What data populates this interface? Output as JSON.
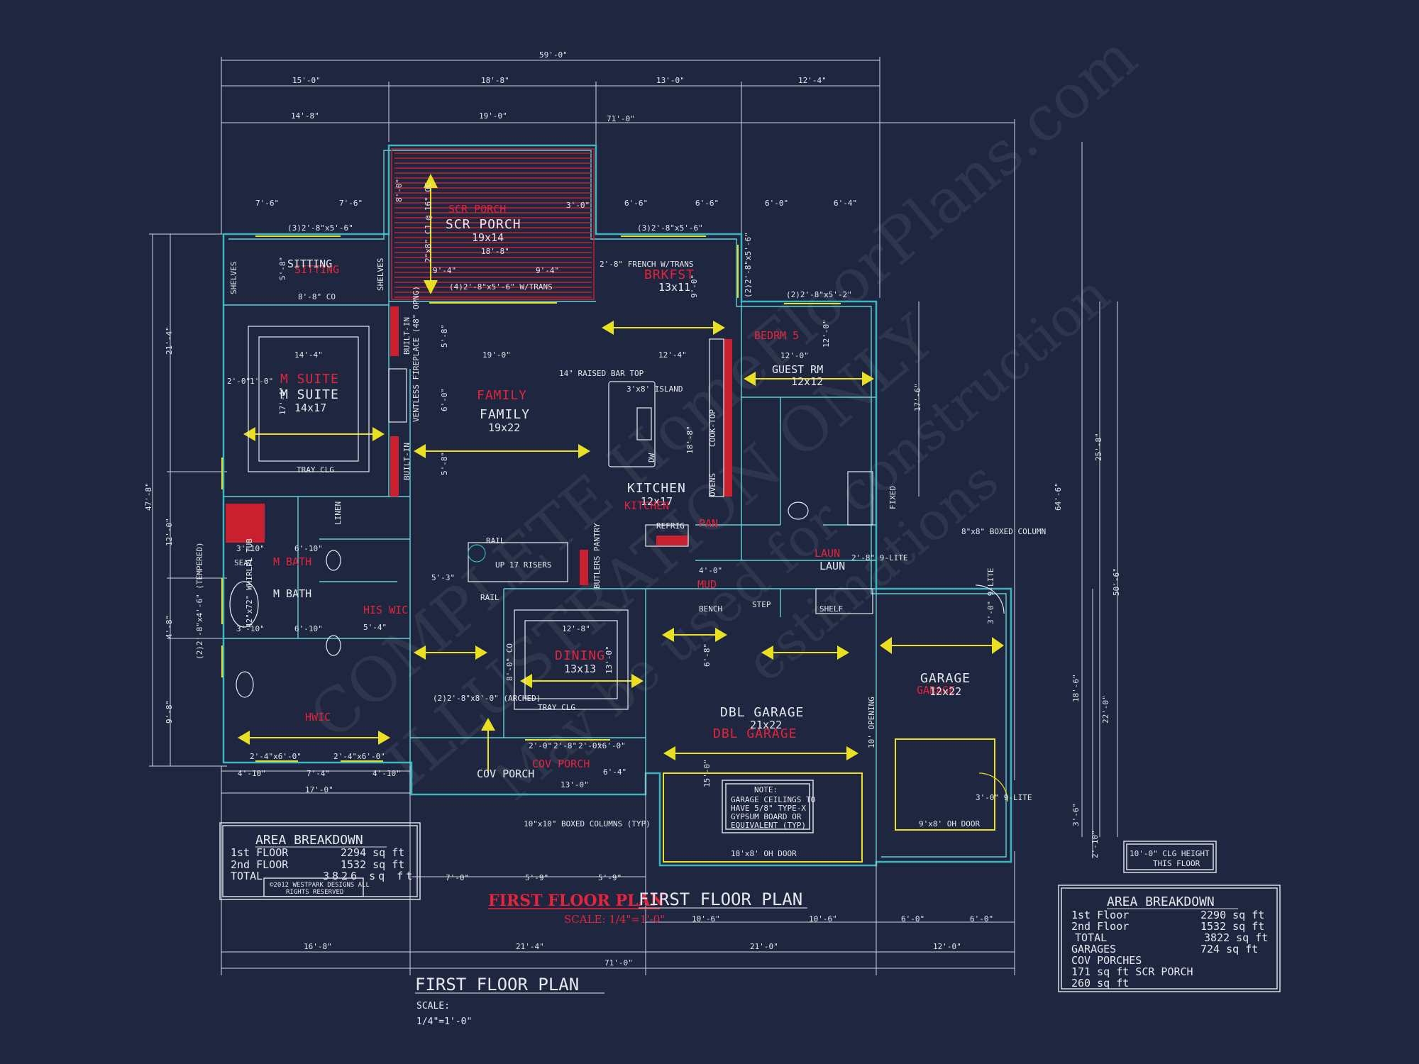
{
  "watermark": {
    "lines": [
      "COMPLETE HomeFloorPlans.com",
      "ILLUSTRATION ONLY",
      "May be used for construction",
      "estimations"
    ]
  },
  "overall_dims": {
    "top_total": "59'-0\"",
    "top_segments": [
      "15'-0\"",
      "18'-8\"",
      "13'-0\"",
      "12'-4\""
    ],
    "top_row2": [
      "14'-8\"",
      "19'-0\"",
      "71'-0\""
    ],
    "bottom_row1": [
      "4'-10\"",
      "7'-4\"",
      "4'-10\""
    ],
    "bottom_row2": [
      "17'-0\""
    ],
    "bottom_row3": [
      "7'-0\"",
      "5'-9\"",
      "5'-9\""
    ],
    "bottom_row4": [
      "10'-6\"",
      "10'-6\"",
      "6'-0\"",
      "6'-0\""
    ],
    "bottom_row5": [
      "16'-8\"",
      "21'-4\"",
      "21'-0\"",
      "12'-0\""
    ],
    "bottom_total": "71'-0\"",
    "left": [
      "21'-4\"",
      "12'-0\"",
      "4'-8\"",
      "9'-8\"",
      "47'-8\""
    ],
    "right": [
      "17'-6\"",
      "25'-8\"",
      "64'-6\"",
      "50'-6\"",
      "18'-6\"",
      "22'-0\"",
      "3'-6\"",
      "2'-10\""
    ]
  },
  "rooms": {
    "scr_porch": {
      "name_red": "SCR PORCH",
      "name": "SCR PORCH",
      "size": "19x14",
      "dim": "18'-8\"",
      "cj": "2\"x8\" CJ @ 16\" OC",
      "side": "8'-0\"",
      "left_dim": "9'-4\"",
      "right_dim": "9'-4\"",
      "window": "(4)2'-8\"x5'-6\" W/TRANS",
      "door": "3'-0\""
    },
    "sitting": {
      "name": "SITTING",
      "name_red": "SITTING",
      "dims": [
        "7'-6\"",
        "7'-6\""
      ],
      "window": "(3)2'-8\"x5'-6\"",
      "shelves": "SHELVES",
      "co": "8'-8\" CO",
      "side": "5'-8\""
    },
    "m_suite": {
      "name_red": "M SUITE",
      "name": "M SUITE",
      "size": "14x17",
      "dim": "14'-4\"",
      "tray": "TRAY CLG",
      "small": [
        "2'-0\"",
        "1'-0\""
      ],
      "side": "17'-4\""
    },
    "family": {
      "name_red": "FAMILY",
      "name": "FAMILY",
      "size": "19x22",
      "dim": "19'-0\"",
      "fireplace": "VENTLESS FIREPLACE (48\" OPNG)",
      "builtin": "BUILT-IN",
      "bar": "14\" RAISED BAR TOP",
      "side": "5'-8\"",
      "side2": "6'-0\""
    },
    "brkfst": {
      "name_red": "BRKFST",
      "size": "13x11",
      "dims": [
        "6'-6\"",
        "6'-6\""
      ],
      "window": "(3)2'-8\"x5'-6\"",
      "french": "2'-8\" FRENCH W/TRANS",
      "side": "9'-0\""
    },
    "kitchen": {
      "name": "KITCHEN",
      "name_red": "KITCHEN",
      "size": "12x17",
      "island": "3'x8' ISLAND",
      "dw": "DW",
      "cooktop": "COOK-TOP",
      "ovens": "OVENS",
      "refrig": "REFRIG",
      "pan": "PAN",
      "dim": "12'-4\"",
      "side": "18'-8\""
    },
    "bedrm5": {
      "name_red": "BEDRM 5",
      "name": "GUEST RM",
      "size": "12x12",
      "dims": [
        "6'-0\"",
        "6'-4\""
      ],
      "window": "(2)2'-8\"x5'-2\"",
      "dim": "12'-0\"",
      "side": "12'-0\"",
      "win_side": "(2)2'-8\"x5'-6\""
    },
    "m_bath": {
      "name_red": "M BATH",
      "name": "M BATH",
      "seat": "SEAT",
      "tub": "42\"x72\" WHIRLPL TUB",
      "linen": "LINEN",
      "dims": [
        "3'-10\"",
        "6'-10\"",
        "3'-10\"",
        "6'-10\""
      ],
      "window": "(2)2'-8\"x4'-6\" (TEMPERED)"
    },
    "wic_her": {
      "name": "HIS WIC",
      "dim": "5'-4\""
    },
    "wic_his": {
      "name": "HWIC",
      "dims": [
        "2'-4\"x6'-0\"",
        "2'-4\"x6'-0\""
      ]
    },
    "dining": {
      "name_red": "DINING",
      "size": "13x13",
      "dim": "12'-8\"",
      "tray": "TRAY CLG",
      "side": "13'-0\"",
      "co": "8'-0\" CO",
      "window": "(2)2'-8\"x8'-0\" (ARCHED)"
    },
    "stair": {
      "rail": "RAIL",
      "risers": "UP 17 RISERS",
      "pantry": "BUTLERS PANTRY",
      "dim": "5'-3\""
    },
    "mud": {
      "name_red": "MUD",
      "bench": "BENCH",
      "step": "STEP",
      "dim": "4'-0\""
    },
    "laun": {
      "name_red": "LAUN",
      "name": "LAUN",
      "shelf": "SHELF",
      "window": "2'-8\" 9-LITE"
    },
    "dbl_garage": {
      "name": "DBL GARAGE",
      "name_red": "DBL GARAGE",
      "size": "21x22",
      "door": "18'x8' OH DOOR",
      "opening": "10' OPENING",
      "side": "6'-8\"",
      "side2": "15'-0\""
    },
    "garage": {
      "name": "GARAGE",
      "name_red": "GARAGE",
      "size": "12x22",
      "door": "9'x8' OH DOOR",
      "door_side": "3'-0\" 9-LITE",
      "door_side2": "3'-0\" 9-LITE"
    },
    "cov_porch": {
      "name_red": "COV PORCH",
      "name": "COV PORCH",
      "columns": "10\"x10\" BOXED COLUMNS (TYP)",
      "dims": [
        "2'-0\"",
        "2'-8\"",
        "2'-0\"",
        "x6'-0\""
      ],
      "side": "6'-4\"",
      "dim": "13'-0\""
    },
    "boxed_col": "8\"x8\" BOXED COLUMN",
    "fixed": "FIXED"
  },
  "note": {
    "title": "NOTE:",
    "lines": [
      "GARAGE CEILINGS TO",
      "HAVE 5/8\" TYPE-X",
      "GYPSUM BOARD OR",
      "EQUIVALENT (TYP)"
    ]
  },
  "area_left": {
    "title": "AREA BREAKDOWN",
    "rows": [
      {
        "label": "1st FLOOR",
        "value": "2294 sq ft"
      },
      {
        "label": "2nd FLOOR",
        "value": "1532 sq ft"
      },
      {
        "label": "TOTAL",
        "value": "3826 sq ft"
      }
    ],
    "copyright": [
      "©2012 WESTPARK DESIGNS ALL",
      "RIGHTS RESERVED"
    ]
  },
  "area_right": {
    "title": "AREA BREAKDOWN",
    "rows": [
      {
        "label": "1st Floor",
        "value": "2290 sq ft"
      },
      {
        "label": "2nd Floor",
        "value": "1532 sq ft"
      },
      {
        "label": "TOTAL",
        "value": "3822 sq ft"
      },
      {
        "label": "GARAGES",
        "value": "724 sq ft"
      }
    ],
    "extra": [
      "COV PORCHES",
      "171 sq ft SCR PORCH",
      "260 sq ft"
    ]
  },
  "clg_height": [
    "10'-0\" CLG HEIGHT",
    "THIS FLOOR"
  ],
  "titles": {
    "red_title": "FIRST FLOOR PLAN",
    "red_scale": "SCALE: 1/4\"=1'-0\"",
    "white_title": "FIRST FLOOR PLAN",
    "bottom_title": "FIRST FLOOR PLAN",
    "bottom_scale_label": "SCALE:",
    "bottom_scale": "1/4\"=1'-0\""
  }
}
